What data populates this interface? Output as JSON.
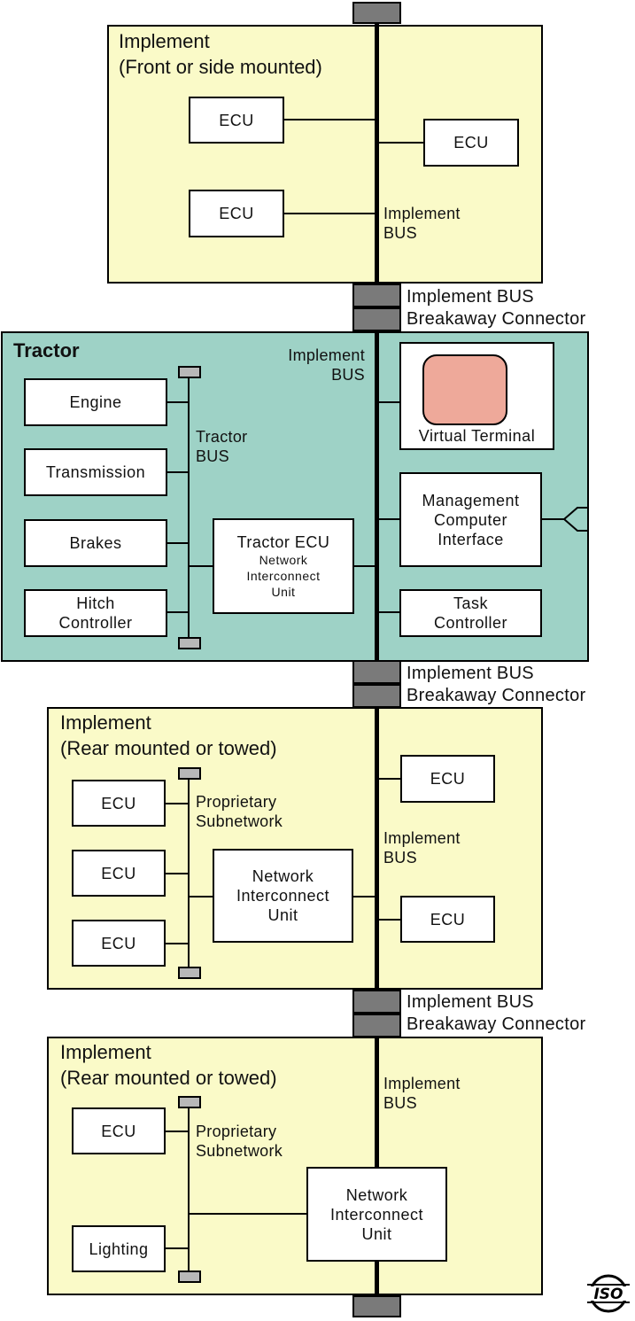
{
  "sections": {
    "front_implement": {
      "title": "Implement\n(Front or side mounted)",
      "ecu1": "ECU",
      "ecu2": "ECU",
      "ecu3": "ECU",
      "bus_label": "Implement\nBUS"
    },
    "connector_1": {
      "label": "Implement BUS\nBreakaway Connector"
    },
    "tractor": {
      "title": "Tractor",
      "implement_bus_label": "Implement\nBUS",
      "tractor_bus_label": "Tractor\nBUS",
      "engine": "Engine",
      "transmission": "Transmission",
      "brakes": "Brakes",
      "hitch": "Hitch\nController",
      "tractor_ecu": "Tractor ECU",
      "tractor_ecu_sub": "Network\nInterconnect\nUnit",
      "virtual_terminal": "Virtual Terminal",
      "management": "Management\nComputer\nInterface",
      "task_controller": "Task\nController"
    },
    "connector_2": {
      "label": "Implement BUS\nBreakaway Connector"
    },
    "rear_implement_1": {
      "title": "Implement\n(Rear mounted or towed)",
      "ecu1": "ECU",
      "ecu2": "ECU",
      "ecu3": "ECU",
      "ecu4": "ECU",
      "ecu5": "ECU",
      "subnet_label": "Proprietary\nSubnetwork",
      "bus_label": "Implement\nBUS",
      "niu": "Network\nInterconnect\nUnit"
    },
    "connector_3": {
      "label": "Implement BUS\nBreakaway Connector"
    },
    "rear_implement_2": {
      "title": "Implement\n(Rear mounted or towed)",
      "ecu1": "ECU",
      "lighting": "Lighting",
      "subnet_label": "Proprietary\nSubnetwork",
      "bus_label": "Implement\nBUS",
      "niu": "Network\nInterconnect\nUnit"
    }
  },
  "logo": {
    "text": "ISO"
  },
  "colors": {
    "implement_fill": "#fafac8",
    "tractor_fill": "#9ed2c6",
    "terminal_screen": "#eea99a",
    "connector": "#7a7a7a"
  }
}
